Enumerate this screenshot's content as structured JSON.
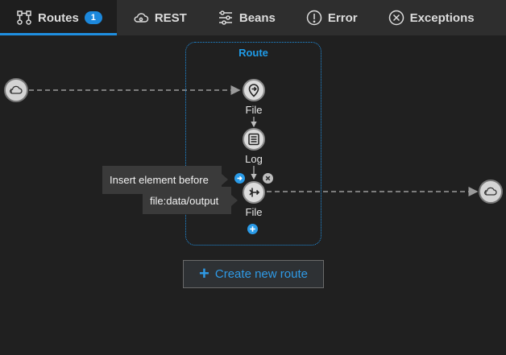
{
  "tabs": [
    {
      "label": "Routes",
      "badge": "1",
      "icon": "routes-icon",
      "active": true
    },
    {
      "label": "REST",
      "icon": "cloud-gear-icon"
    },
    {
      "label": "Beans",
      "icon": "sliders-icon"
    },
    {
      "label": "Error",
      "icon": "exclamation-circle-icon"
    },
    {
      "label": "Exceptions",
      "icon": "x-circle-icon"
    }
  ],
  "route": {
    "title": "Route",
    "steps": [
      {
        "label": "File",
        "icon": "arrow-right-pin-icon"
      },
      {
        "label": "Log",
        "icon": "log-list-icon"
      },
      {
        "label": "File",
        "icon": "arrow-out-icon"
      }
    ]
  },
  "tooltips": {
    "insert_before": "Insert element before",
    "uri": "file:data/output"
  },
  "create_button": {
    "label": "Create new route",
    "icon": "plus-icon"
  },
  "colors": {
    "accent": "#1f8fe0",
    "background": "#202020",
    "tabbar": "#2e2e2e"
  }
}
